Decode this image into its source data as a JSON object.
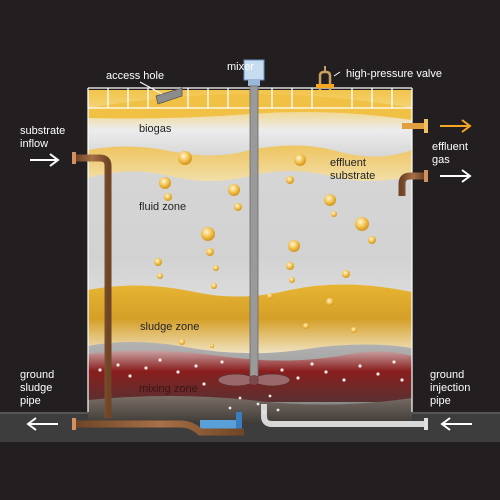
{
  "labels": {
    "access_hole": "access hole",
    "mixer": "mixer",
    "high_pressure_valve": "high-pressure valve",
    "substrate_inflow_1": "substrate",
    "substrate_inflow_2": "inflow",
    "effluent_gas_1": "effluent",
    "effluent_gas_2": "gas",
    "biogas": "biogas",
    "effluent_substrate_1": "effluent",
    "effluent_substrate_2": "substrate",
    "fluid_zone": "fluid zone",
    "sludge_zone": "sludge zone",
    "mixing_zone": "mixing zone",
    "ground_sludge_pipe_1": "ground",
    "ground_sludge_pipe_2": "sludge",
    "ground_sludge_pipe_3": "pipe",
    "ground_injection_pipe_1": "ground",
    "ground_injection_pipe_2": "injection",
    "ground_injection_pipe_3": "pipe"
  },
  "colors": {
    "background": "#231f20",
    "biogas": "#f2c04a",
    "fluid": "#dcdcdc",
    "sludge": "#d9a32b",
    "mixing": "#8a2020",
    "pipe": "#8a5a36",
    "gas_arrow": "#f5a623",
    "ground": "#3d3d3d",
    "water": "#5aa0d8"
  }
}
